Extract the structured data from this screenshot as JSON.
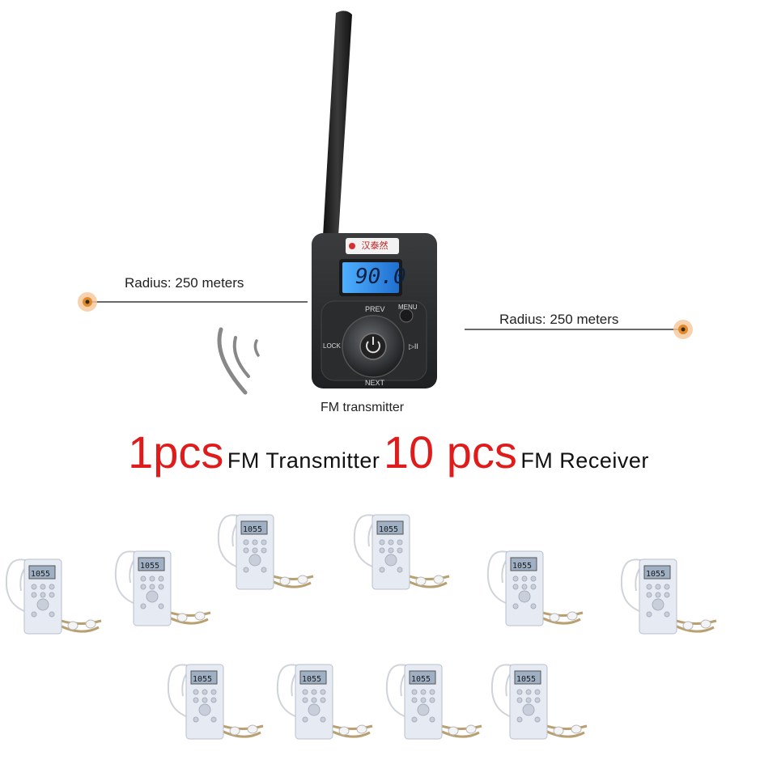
{
  "transmitter": {
    "brand_logo": "汉泰然",
    "screen_value": "90.0",
    "button_labels": {
      "prev": "PREV",
      "next": "NEXT",
      "menu": "MENU",
      "lock": "LOCK",
      "play": "▷II"
    },
    "caption": "FM transmitter"
  },
  "range_left": "Radius: 250 meters",
  "range_right": "Radius: 250 meters",
  "headline": {
    "tx_qty": "1pcs",
    "tx_name": "FM Transmitter",
    "rx_qty": "10 pcs",
    "rx_name": "FM Receiver"
  },
  "receiver_screen": "1055",
  "colors": {
    "headline_red": "#e01b1b",
    "lcd_blue": "#2f8fe0",
    "marker_orange": "#e08a2a",
    "device_body": "#2b2d2f",
    "receiver_body": "#e6eaf2",
    "earphone_cord": "#b8a070"
  }
}
